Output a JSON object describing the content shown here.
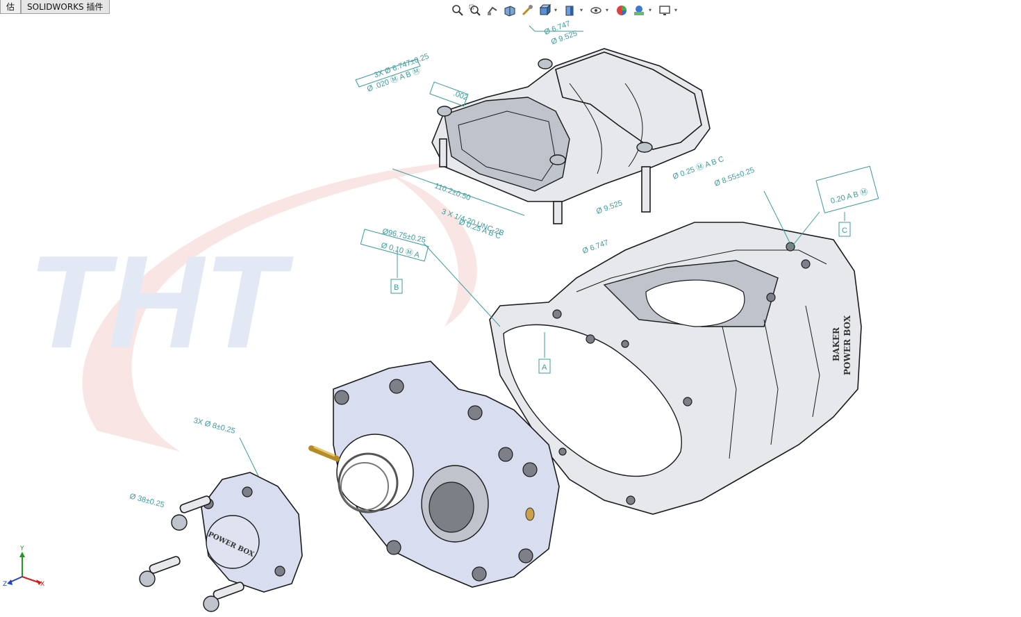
{
  "tabs": [
    {
      "label": "估"
    },
    {
      "label": "SOLIDWORKS 插件"
    }
  ],
  "hud_icons": [
    "zoom-to-fit-icon",
    "zoom-area-icon",
    "previous-view-icon",
    "section-view-icon",
    "dynamic-annotation-icon",
    "view-orientation-icon",
    "display-style-icon",
    "hide-show-icon",
    "edit-appearance-icon",
    "apply-scene-icon",
    "view-settings-icon"
  ],
  "annotations": {
    "cover_hole": "Ø 6.747",
    "cover_hole2": "Ø 9.525",
    "cover_3x": "3X Ø 6.747±0.25",
    "cover_pos": "Ø .020 Ⓜ A B Ⓜ",
    "cover_flat": ".002",
    "cover_len": "110.2±0.50",
    "cover_bottom_3x": "3 X 1/4-20 UNC-2B",
    "cover_bottom_pos": "Ø 0.25 A B C",
    "cover_bottom_d": "Ø 9.525",
    "cover_bottom_d2": "Ø 6.747",
    "housing_d1": "Ø96.75±0.25",
    "housing_perp": "Ø 0,10 Ⓜ A",
    "datum_b": "B",
    "datum_a": "A",
    "datum_c": "C",
    "profile": "0.20 A B Ⓜ",
    "housing_d2": "Ø 8.55±0.25",
    "housing_pos2": "Ø 0.25 Ⓜ A B C",
    "ring_3x": "3X  Ø  8±0.25",
    "ring_d": "Ø 38±0.25"
  },
  "engraving": {
    "line1": "BAKER",
    "line2": "POWER BOX",
    "cap": "POWER BOX"
  },
  "watermark": {
    "brand": "THT"
  },
  "triad": {
    "x": "X",
    "y": "Y",
    "z": "Z"
  },
  "colors": {
    "annotation": "#3a9c9c",
    "watermark_red": "#f7d3d3",
    "watermark_blue": "#dfe6f3"
  }
}
